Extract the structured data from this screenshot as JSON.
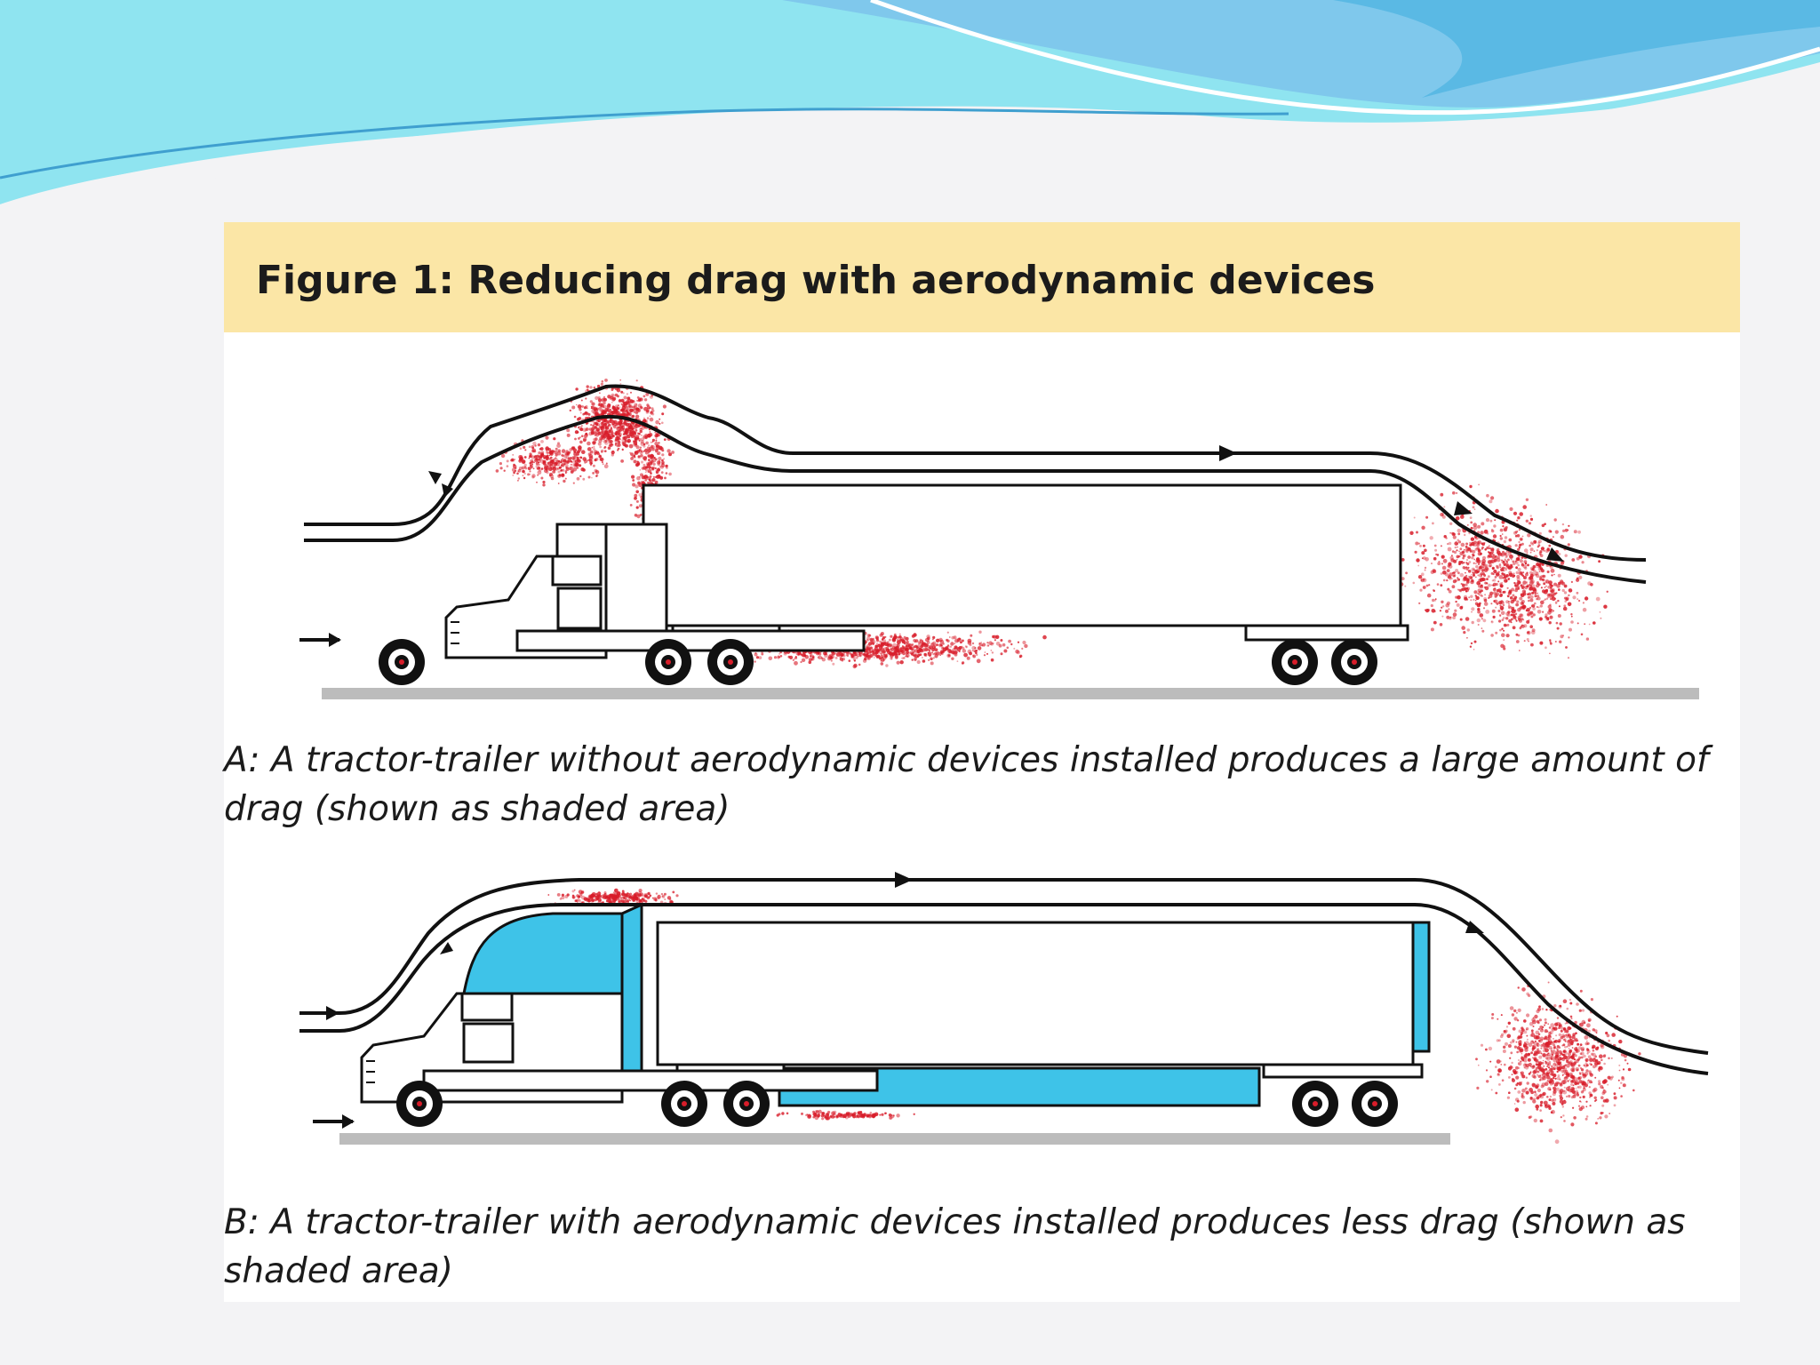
{
  "slide": {
    "background_color": "#f3f3f5",
    "header_wave_colors": [
      "#8fe4f0",
      "#7fc8ec",
      "#4fb3e0",
      "#ffffff"
    ]
  },
  "figure": {
    "title": "Figure 1: Reducing drag with aerodynamic devices",
    "title_band_color": "#fbe6a6",
    "drag_color": "#d81d2a",
    "device_color": "#3ec3e8",
    "road_color": "#bcbcbc",
    "panels": [
      {
        "id": "A",
        "caption": "A: A tractor-trailer without aerodynamic devices installed produces a large amount of drag (shown as shaded area)",
        "aerodynamic_devices": false,
        "drag_zones": [
          "behind cab",
          "under trailer",
          "behind trailer"
        ]
      },
      {
        "id": "B",
        "caption": "B: A tractor-trailer with aerodynamic devices installed produces less drag (shown as shaded area)",
        "aerodynamic_devices": true,
        "devices": [
          "cab roof fairing",
          "cab side extender",
          "trailer side skirt",
          "trailer tail"
        ],
        "drag_zones": [
          "small area above trailer",
          "small area under trailer",
          "behind trailer"
        ]
      }
    ]
  }
}
